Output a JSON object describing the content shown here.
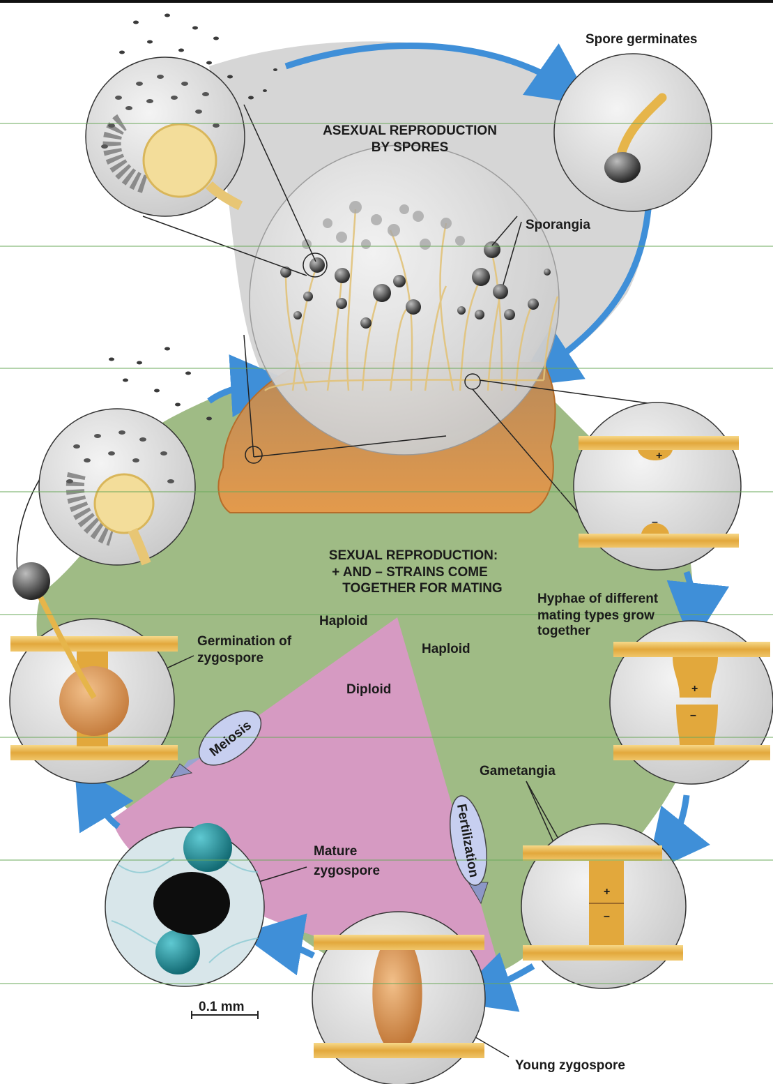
{
  "diagram": {
    "asexual_title_line1": "ASEXUAL REPRODUCTION",
    "asexual_title_line2": "BY SPORES",
    "spore_germinates": "Spore germinates",
    "sporangia": "Sporangia",
    "sexual_title_line1": "SEXUAL REPRODUCTION:",
    "sexual_title_line2": "+ AND – STRAINS COME",
    "sexual_title_line3": "TOGETHER FOR MATING",
    "hyphae_line1": "Hyphae of different",
    "hyphae_line2": "mating types grow",
    "hyphae_line3": "together",
    "haploid_left": "Haploid",
    "haploid_right": "Haploid",
    "diploid": "Diploid",
    "germination_line1": "Germination of",
    "germination_line2": "zygospore",
    "meiosis": "Meiosis",
    "fertilization": "Fertilization",
    "gametangia": "Gametangia",
    "mature_line1": "Mature",
    "mature_line2": "zygospore",
    "young_zygospore": "Young zygospore",
    "scale_bar": "0.1 mm",
    "plus_sign": "+",
    "minus_sign": "–"
  },
  "colors": {
    "asexual_region": "#d4d4d4",
    "sexual_region": "#9fbb85",
    "diploid_region": "#d69ac2",
    "arrow_blue": "#3f8fd8",
    "hypha_gold": "#e8b750",
    "zygospore_teal": "#1f8f9c"
  }
}
